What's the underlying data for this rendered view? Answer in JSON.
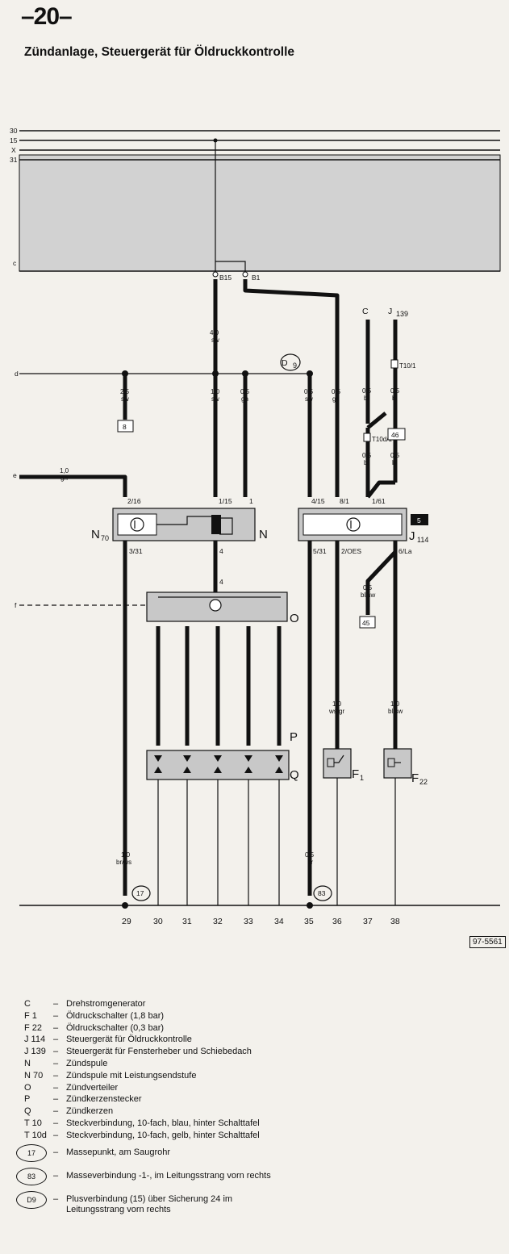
{
  "page_number": "–20–",
  "title": "Zündanlage, Steuergerät für Öldruckkontrolle",
  "reference": "97-5561",
  "rails": [
    "30",
    "15",
    "X",
    "31"
  ],
  "rail_c": "c",
  "rail_d": "d",
  "rail_e": "e",
  "rail_f": "f",
  "wire_labels": {
    "w1": {
      "size": "4,0",
      "color": "sw"
    },
    "w2": {
      "size": "1,0",
      "color": "sw"
    },
    "w3": {
      "size": "0,5",
      "color": "gn"
    },
    "w4": {
      "size": "2,5",
      "color": "sw"
    },
    "w5": {
      "size": "0,5",
      "color": "sw"
    },
    "w6": {
      "size": "0,5",
      "color": "gn"
    },
    "w7": {
      "size": "0,5",
      "color": "bl"
    },
    "w8": {
      "size": "0,5",
      "color": "bl"
    },
    "w9": {
      "size": "0,5",
      "color": "bl"
    },
    "w10": {
      "size": "0,5",
      "color": "bl"
    },
    "w11": {
      "size": "1,0",
      "color": "gn"
    },
    "w12": {
      "size": "0,5",
      "color": "bl/sw"
    },
    "w13": {
      "size": "1,0",
      "color": "ws/gr"
    },
    "w14": {
      "size": "1,0",
      "color": "bl/sw"
    },
    "w15": {
      "size": "1,0",
      "color": "br/ws"
    },
    "w16": {
      "size": "0,5",
      "color": "br"
    }
  },
  "pins": {
    "b15": "B15",
    "b1": "B1",
    "n70_in": "2/16",
    "n70_out": "3/31",
    "n_in1": "1/15",
    "n_in2": "1",
    "n_out": "4",
    "o_in": "4",
    "j114_in1": "4/15",
    "j114_in2": "8/1",
    "j114_in3": "1/61",
    "j114_out1": "5/31",
    "j114_out2": "2/OES",
    "j114_out3": "6/La",
    "t10": "T10/1",
    "t10d": "T10d/1"
  },
  "boxes": {
    "b8": "8",
    "b46": "46",
    "b45": "45",
    "b5": "5"
  },
  "components": {
    "c": "C",
    "j139": "J",
    "j139_sub": "139",
    "n70": "N",
    "n70_sub": "70",
    "n": "N",
    "o": "O",
    "p": "P",
    "q": "Q",
    "j114": "J",
    "j114_sub": "114",
    "f1": "F",
    "f1_sub": "1",
    "f22": "F",
    "f22_sub": "22",
    "d9": "D",
    "d9_sub": "9"
  },
  "ground_labels": {
    "g17": "17",
    "g83": "83"
  },
  "track_numbers": [
    "29",
    "30",
    "31",
    "32",
    "33",
    "34",
    "35",
    "36",
    "37",
    "38"
  ],
  "legend": [
    {
      "code": "C",
      "desc": "Drehstromgenerator"
    },
    {
      "code": "F 1",
      "desc": "Öldruckschalter (1,8 bar)"
    },
    {
      "code": "F 22",
      "desc": "Öldruckschalter (0,3 bar)"
    },
    {
      "code": "J 114",
      "desc": "Steuergerät für Öldruckkontrolle"
    },
    {
      "code": "J 139",
      "desc": "Steuergerät für Fensterheber und Schiebedach"
    },
    {
      "code": "N",
      "desc": "Zündspule"
    },
    {
      "code": "N 70",
      "desc": "Zündspule mit Leistungsendstufe"
    },
    {
      "code": "O",
      "desc": "Zündverteiler"
    },
    {
      "code": "P",
      "desc": "Zündkerzenstecker"
    },
    {
      "code": "Q",
      "desc": "Zündkerzen"
    },
    {
      "code": "T 10",
      "desc": "Steckverbindung, 10-fach, blau, hinter Schalttafel"
    },
    {
      "code": "T 10d",
      "desc": "Steckverbindung, 10-fach, gelb, hinter Schalttafel"
    }
  ],
  "legend_circles": [
    {
      "label": "17",
      "desc": "Massepunkt, am Saugrohr"
    },
    {
      "label": "83",
      "desc": "Masseverbindung -1-, im Leitungsstrang vorn rechts"
    },
    {
      "label": "D9",
      "desc": "Plusverbindung (15) über Sicherung 24 im Leitungsstrang vorn rechts"
    }
  ]
}
